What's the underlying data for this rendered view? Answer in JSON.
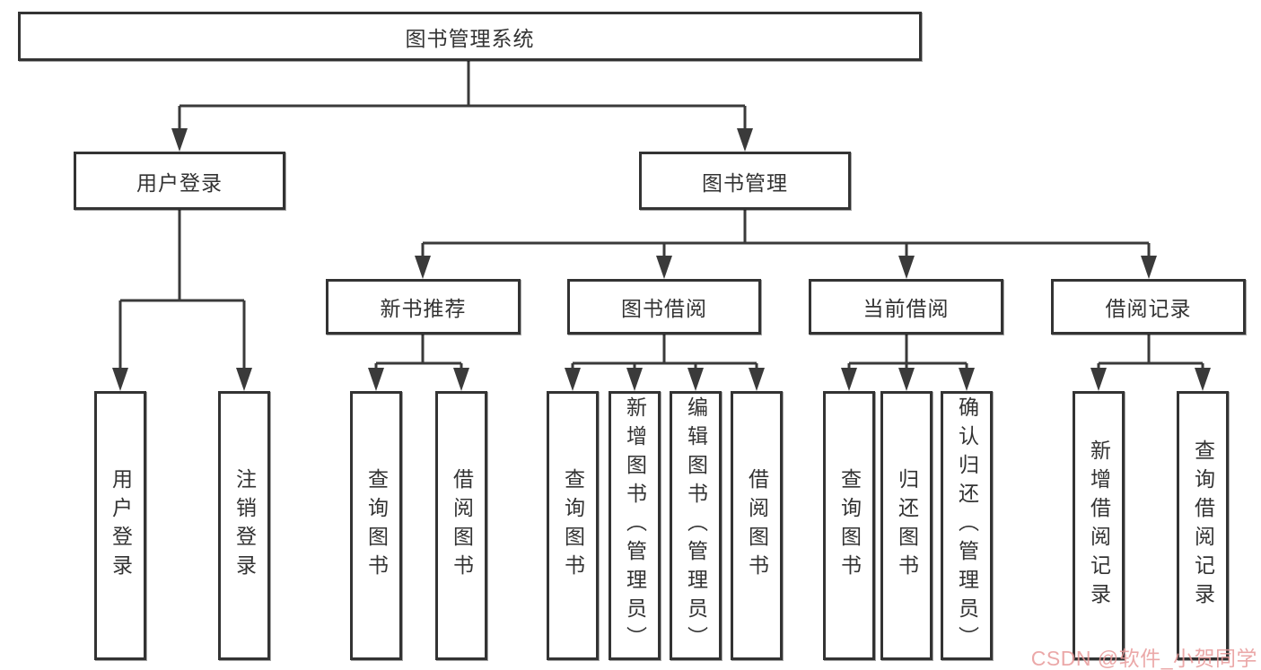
{
  "palette": {
    "line": "#3a3a3a",
    "border": "#333333",
    "text": "#333333",
    "background": "#ffffff",
    "watermark_color": "#e89a9a"
  },
  "tree": {
    "label": "图书管理系统",
    "children": [
      {
        "label": "用户登录",
        "children": [
          {
            "label": "用户登录"
          },
          {
            "label": "注销登录"
          }
        ]
      },
      {
        "label": "图书管理",
        "children": [
          {
            "label": "新书推荐",
            "children": [
              {
                "label": "查询图书"
              },
              {
                "label": "借阅图书"
              }
            ]
          },
          {
            "label": "图书借阅",
            "children": [
              {
                "label": "查询图书"
              },
              {
                "label": "新增图书（管理员）"
              },
              {
                "label": "编辑图书（管理员）"
              },
              {
                "label": "借阅图书"
              }
            ]
          },
          {
            "label": "当前借阅",
            "children": [
              {
                "label": "查询图书"
              },
              {
                "label": "归还图书"
              },
              {
                "label": "确认归还（管理员）"
              }
            ]
          },
          {
            "label": "借阅记录",
            "children": [
              {
                "label": "新增借阅记录"
              },
              {
                "label": "查询借阅记录"
              }
            ]
          }
        ]
      }
    ]
  },
  "watermark": {
    "text": "CSDN @软件_小贺同学"
  }
}
